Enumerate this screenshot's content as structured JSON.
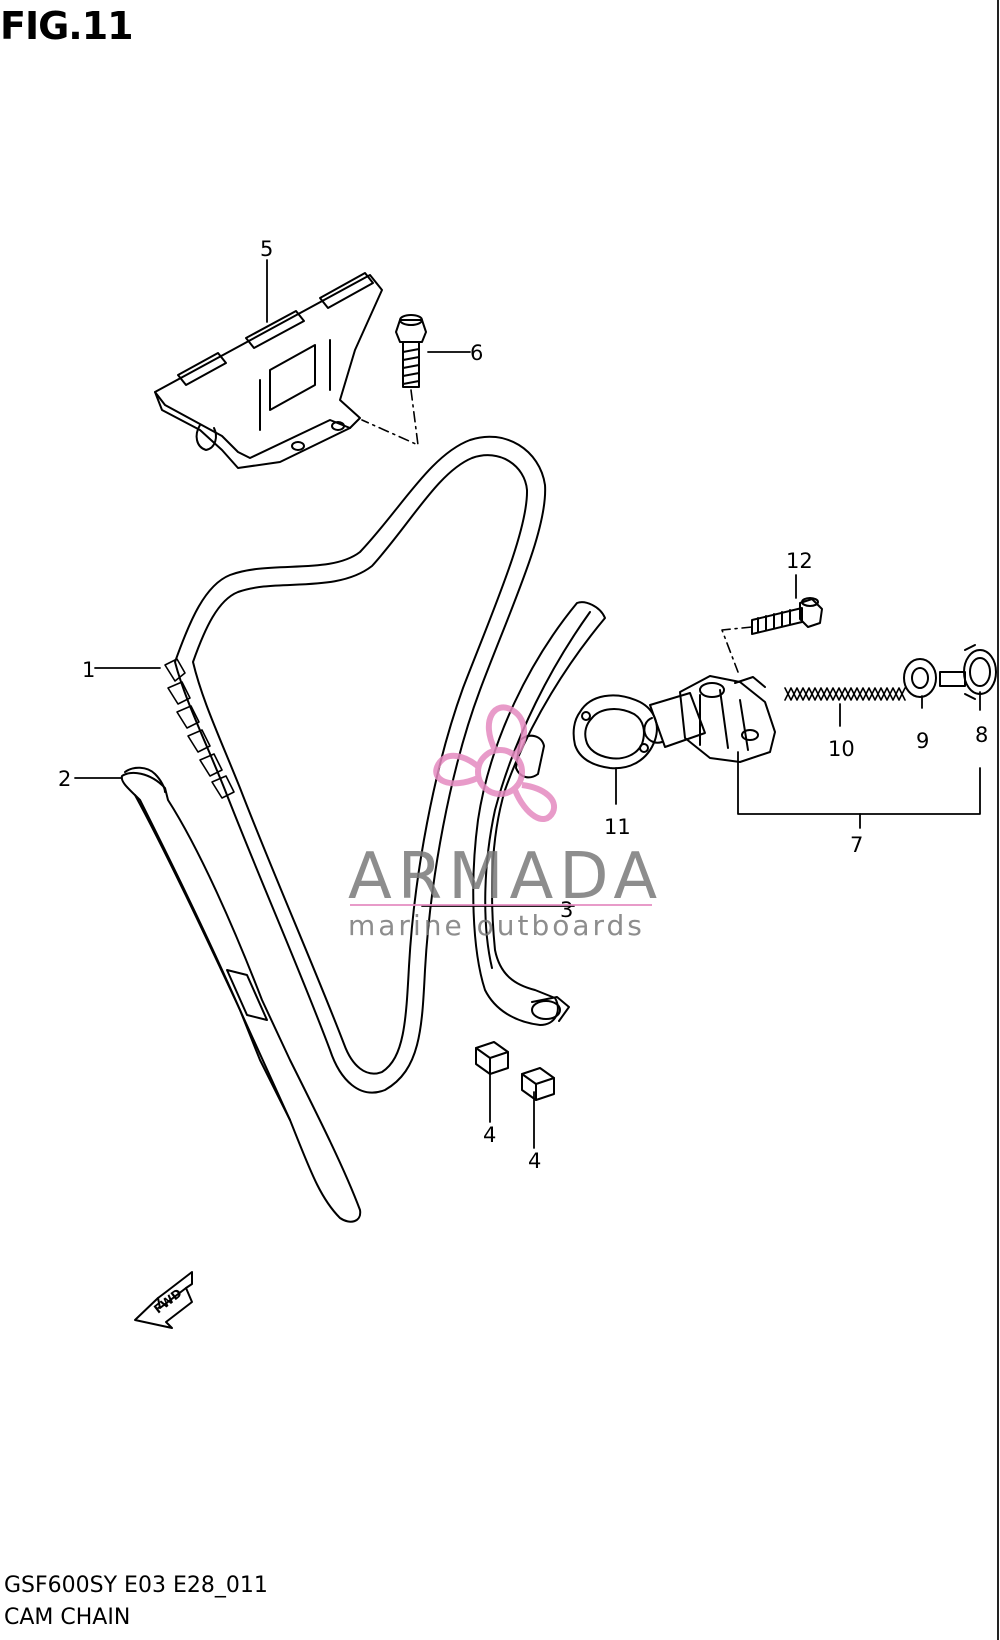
{
  "figure": {
    "title": "FIG.11"
  },
  "footer": {
    "model_code": "GSF600SY E03 E28_011",
    "section_name": "CAM CHAIN"
  },
  "callouts": [
    "1",
    "2",
    "3",
    "4",
    "4",
    "5",
    "6",
    "7",
    "8",
    "9",
    "10",
    "11",
    "12"
  ],
  "direction_marker": "FWD",
  "watermark": {
    "name": "ARMADA",
    "tagline": "marine outboards",
    "accent_color": "#e58ac0",
    "text_color": "#7a7a7a"
  }
}
